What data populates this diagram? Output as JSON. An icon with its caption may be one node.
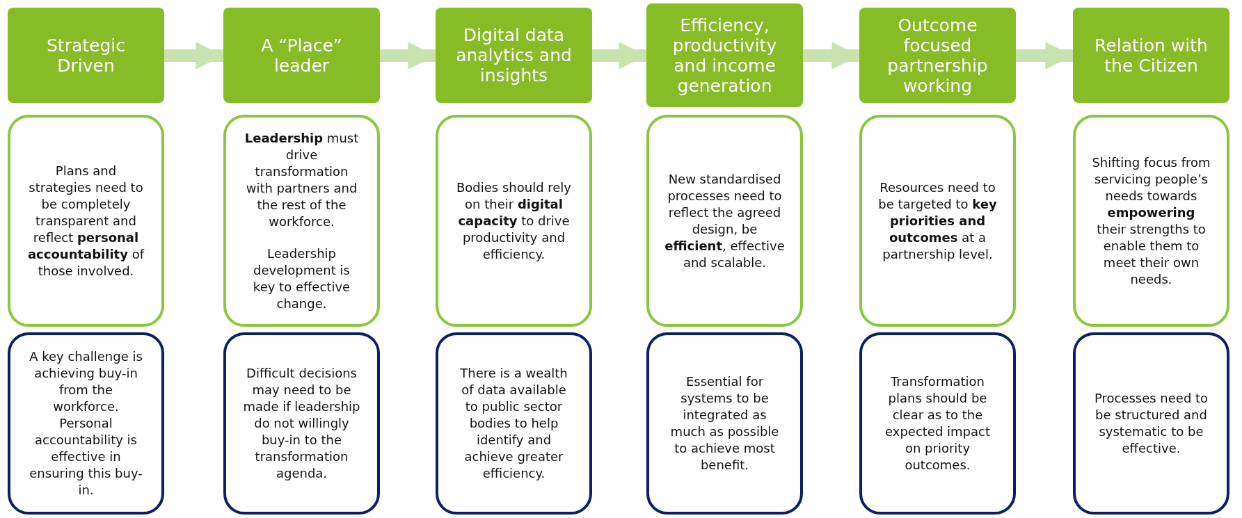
{
  "diagram": {
    "nodes": [
      {
        "text": [
          "Strategic Driven"
        ]
      },
      {
        "text": [
          "A “Place” leader"
        ]
      },
      {
        "text": [
          "Digital data analytics and insights"
        ]
      },
      {
        "text": [
          "Efficiency, productivity and income generation"
        ]
      },
      {
        "text": [
          "Outcome focused partnership working"
        ]
      },
      {
        "text": [
          "Relation with the Citizen"
        ]
      },
      {
        "text": [
          "Plans and strategies need to be completely transparent and reflect **personal accountability** of those involved."
        ]
      },
      {
        "text": [
          "**Leadership** must drive transformation with partners and the rest of the workforce.",
          "Leadership development is key to effective change."
        ]
      },
      {
        "text": [
          "Bodies should rely on their **digital capacity** to drive productivity and efficiency."
        ]
      },
      {
        "text": [
          "New standardised processes need to reflect the agreed design, be **efficient**, effective and scalable."
        ]
      },
      {
        "text": [
          "Resources need to be targeted to **key priorities and outcomes** at a partnership level."
        ]
      },
      {
        "text": [
          "Shifting focus from servicing people’s needs towards **empowering** their strengths to enable them to meet their own needs."
        ]
      },
      {
        "text": [
          "A key challenge is achieving buy-in from the workforce. Personal accountability is effective in ensuring this buy-in."
        ]
      },
      {
        "text": [
          "Difficult decisions may need to be made if leadership do not willingly buy-in to the transformation agenda."
        ]
      },
      {
        "text": [
          "There is a wealth of data available to public sector bodies to help identify and achieve greater efficiency."
        ]
      },
      {
        "text": [
          "Essential for systems to be integrated as much as possible to achieve most benefit."
        ]
      },
      {
        "text": [
          "Transformation plans should be clear as to the expected impact on priority outcomes."
        ]
      },
      {
        "text": [
          "Processes need to be structured and systematic to be effective."
        ]
      }
    ],
    "edges": [
      {
        "from": 0,
        "to": 1,
        "arrow": "to"
      },
      {
        "from": 1,
        "to": 2,
        "arrow": "to"
      },
      {
        "from": 2,
        "to": 3,
        "arrow": "to"
      },
      {
        "from": 3,
        "to": 4,
        "arrow": "to"
      },
      {
        "from": 4,
        "to": 5,
        "arrow": "to"
      }
    ]
  }
}
